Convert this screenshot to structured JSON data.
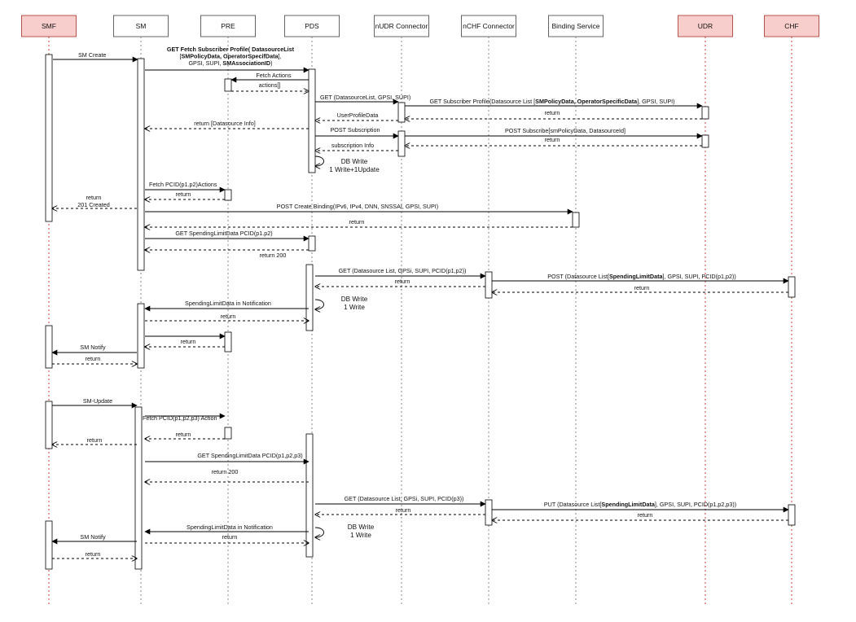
{
  "participants": [
    {
      "id": "SMF",
      "label": "SMF",
      "style": "external"
    },
    {
      "id": "SM",
      "label": "SM",
      "style": "normal"
    },
    {
      "id": "PRE",
      "label": "PRE",
      "style": "normal"
    },
    {
      "id": "PDS",
      "label": "PDS",
      "style": "normal"
    },
    {
      "id": "NUDR",
      "label": "nUDR Connector",
      "style": "normal"
    },
    {
      "id": "NCHF",
      "label": "nCHF Connector",
      "style": "normal"
    },
    {
      "id": "BIND",
      "label": "Binding Service",
      "style": "normal"
    },
    {
      "id": "UDR",
      "label": "UDR",
      "style": "external"
    },
    {
      "id": "CHF",
      "label": "CHF",
      "style": "external"
    }
  ],
  "colors": {
    "external_fill": "#f8cecc",
    "external_stroke": "#b85450",
    "external_lifeline": "#d04040",
    "normal_stroke": "#666666",
    "line": "#000000"
  },
  "messages": [
    {
      "from": "SMF",
      "to": "SM",
      "type": "sync",
      "label": "SM Create"
    },
    {
      "from": "SM",
      "to": "PDS",
      "type": "sync",
      "label": [
        [
          {
            "t": "GET Fetch Subscriber Profile( DatasourceList",
            "b": true
          }
        ],
        [
          {
            "t": "[",
            "b": false
          },
          {
            "t": "SMPolicyData, OperatorSpecifData",
            "b": true
          },
          {
            "t": "],",
            "b": false
          }
        ],
        [
          {
            "t": "GPSI, SUPI, ",
            "b": false
          },
          {
            "t": "SMAssociationID",
            "b": true
          },
          {
            "t": ")",
            "b": false
          }
        ]
      ]
    },
    {
      "from": "PDS",
      "to": "PRE",
      "type": "sync",
      "label": "Fetch Actions"
    },
    {
      "from": "PRE",
      "to": "PDS",
      "type": "return",
      "label": "actions[]"
    },
    {
      "from": "PDS",
      "to": "NUDR",
      "type": "sync",
      "label": "GET (DatasourceList, GPSI, SUPI)"
    },
    {
      "from": "NUDR",
      "to": "UDR",
      "type": "sync",
      "label": [
        [
          {
            "t": "GET Subscriber Profile(Datasource List [",
            "b": false
          },
          {
            "t": "SMPolicyData, OperatorSpecificData",
            "b": true
          },
          {
            "t": "], GPSI, SUPI)",
            "b": false
          }
        ]
      ]
    },
    {
      "from": "UDR",
      "to": "NUDR",
      "type": "return",
      "label": "return"
    },
    {
      "from": "NUDR",
      "to": "PDS",
      "type": "return",
      "label": "UserProfileData"
    },
    {
      "from": "PDS",
      "to": "SM",
      "type": "return",
      "label": "return [Datasource Info]"
    },
    {
      "from": "PDS",
      "to": "NUDR",
      "type": "sync",
      "label": "POST Subscription"
    },
    {
      "from": "NUDR",
      "to": "UDR",
      "type": "sync",
      "label": "POST Subscribe[smPolicyData, DatasourceId]"
    },
    {
      "from": "UDR",
      "to": "NUDR",
      "type": "return",
      "label": "return"
    },
    {
      "from": "NUDR",
      "to": "PDS",
      "type": "return",
      "label": "subscription Info"
    },
    {
      "from": "PDS",
      "to": "PDS",
      "type": "self",
      "label": "DB Write\n1 Write+1Update"
    },
    {
      "from": "SM",
      "to": "PRE",
      "type": "sync",
      "label": "Fetch PCID(p1.p2)Actions"
    },
    {
      "from": "PRE",
      "to": "SM",
      "type": "return",
      "label": "return"
    },
    {
      "from": "SM",
      "to": "SMF",
      "type": "return",
      "label": "return\n201 Created"
    },
    {
      "from": "SM",
      "to": "BIND",
      "type": "sync",
      "label": "POST Create Binding(IPv6, IPv4, DNN, SNSSAI, GPSI, SUPI)"
    },
    {
      "from": "BIND",
      "to": "SM",
      "type": "return",
      "label": "return"
    },
    {
      "from": "SM",
      "to": "PDS",
      "type": "sync",
      "label": "GET SpendingLimitData PCID(p1.p2)"
    },
    {
      "from": "PDS",
      "to": "SM",
      "type": "return",
      "label": "return 200"
    },
    {
      "from": "PDS",
      "to": "NCHF",
      "type": "sync",
      "label": "GET (Datasource List, GPSi, SUPI, PCID(p1,p2))"
    },
    {
      "from": "NCHF",
      "to": "CHF",
      "type": "sync",
      "label": [
        [
          {
            "t": "POST (Datasource List[",
            "b": false
          },
          {
            "t": "SpendingLimitData",
            "b": true
          },
          {
            "t": "], GPSI, SUPI, PCID(p1,p2))",
            "b": false
          }
        ]
      ]
    },
    {
      "from": "CHF",
      "to": "NCHF",
      "type": "return",
      "label": "return"
    },
    {
      "from": "NCHF",
      "to": "PDS",
      "type": "return",
      "label": "return"
    },
    {
      "from": "PDS",
      "to": "PDS",
      "type": "self",
      "label": "DB Write\n1 Write"
    },
    {
      "from": "PDS",
      "to": "SM",
      "type": "sync",
      "label": "SpendingLimitData in Notification"
    },
    {
      "from": "SM",
      "to": "PDS",
      "type": "return",
      "label": "return"
    },
    {
      "from": "SM",
      "to": "PRE",
      "type": "sync",
      "label": ""
    },
    {
      "from": "PRE",
      "to": "SM",
      "type": "return",
      "label": "return"
    },
    {
      "from": "SM",
      "to": "SMF",
      "type": "sync",
      "label": "SM Notify"
    },
    {
      "from": "SMF",
      "to": "SM",
      "type": "return",
      "label": "return"
    },
    {
      "from": "SMF",
      "to": "SM",
      "type": "sync",
      "label": "SM-Update"
    },
    {
      "from": "SM",
      "to": "PRE",
      "type": "sync",
      "label": "Fetch PCID(p1,p2,p3) Action"
    },
    {
      "from": "PRE",
      "to": "SM",
      "type": "return",
      "label": "return"
    },
    {
      "from": "SM",
      "to": "SMF",
      "type": "return",
      "label": "return"
    },
    {
      "from": "SM",
      "to": "PDS",
      "type": "sync",
      "label": "GET SpendingLimitData PCID(p1,p2,p3)"
    },
    {
      "from": "PDS",
      "to": "SM",
      "type": "return",
      "label": "return 200"
    },
    {
      "from": "PDS",
      "to": "NCHF",
      "type": "sync",
      "label": "GET (Datasource List, GPSi, SUPI, PCID(p3))"
    },
    {
      "from": "NCHF",
      "to": "CHF",
      "type": "sync",
      "label": [
        [
          {
            "t": "PUT (Datasource List[",
            "b": false
          },
          {
            "t": "SpendingLimitData",
            "b": true
          },
          {
            "t": "], GPSI, SUPI, PCID(p1,p2,p3))",
            "b": false
          }
        ]
      ]
    },
    {
      "from": "CHF",
      "to": "NCHF",
      "type": "return",
      "label": "return"
    },
    {
      "from": "NCHF",
      "to": "PDS",
      "type": "return",
      "label": "return"
    },
    {
      "from": "PDS",
      "to": "PDS",
      "type": "self",
      "label": "DB Write\n1 Write"
    },
    {
      "from": "PDS",
      "to": "SM",
      "type": "sync",
      "label": "SpendingLimitData in Notification"
    },
    {
      "from": "SM",
      "to": "SMF",
      "type": "sync",
      "label": "SM Notify"
    },
    {
      "from": "SM",
      "to": "PDS",
      "type": "return",
      "label": "return"
    },
    {
      "from": "SMF",
      "to": "SM",
      "type": "return",
      "label": "return"
    }
  ]
}
